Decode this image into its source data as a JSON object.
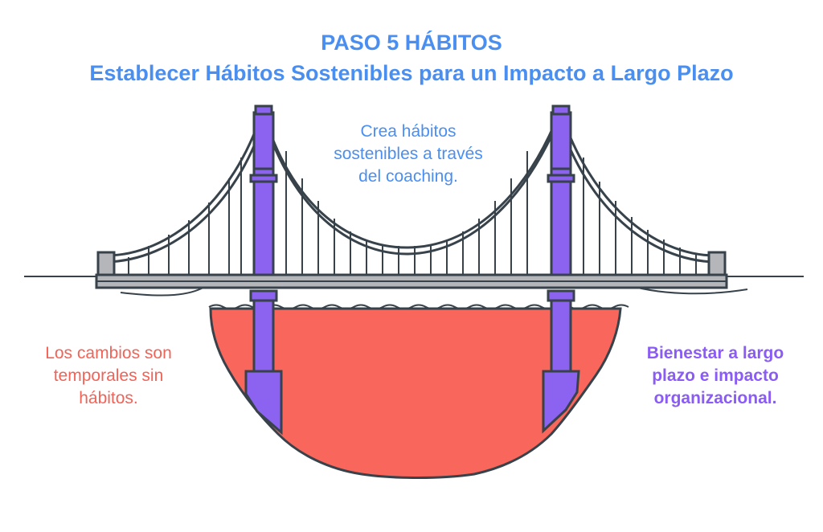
{
  "title": {
    "line1": "PASO 5 HÁBITOS",
    "line2": "Establecer Hábitos Sostenibles para un Impacto a Largo Plazo"
  },
  "labels": {
    "top": [
      "Crea hábitos",
      "sostenibles a través",
      "del coaching."
    ],
    "left": [
      "Los cambios son",
      "temporales sin",
      "hábitos."
    ],
    "right": [
      "Bienestar a largo",
      "plazo e impacto",
      "organizacional."
    ]
  },
  "colors": {
    "title": "#4a8ff0",
    "top_label": "#4a8ff0",
    "left_label": "#f16357",
    "right_label": "#8a5cf5",
    "water": "#f9665c",
    "tower": "#8b63f0",
    "outline": "#37424a",
    "deck": "#b4b6ba"
  }
}
